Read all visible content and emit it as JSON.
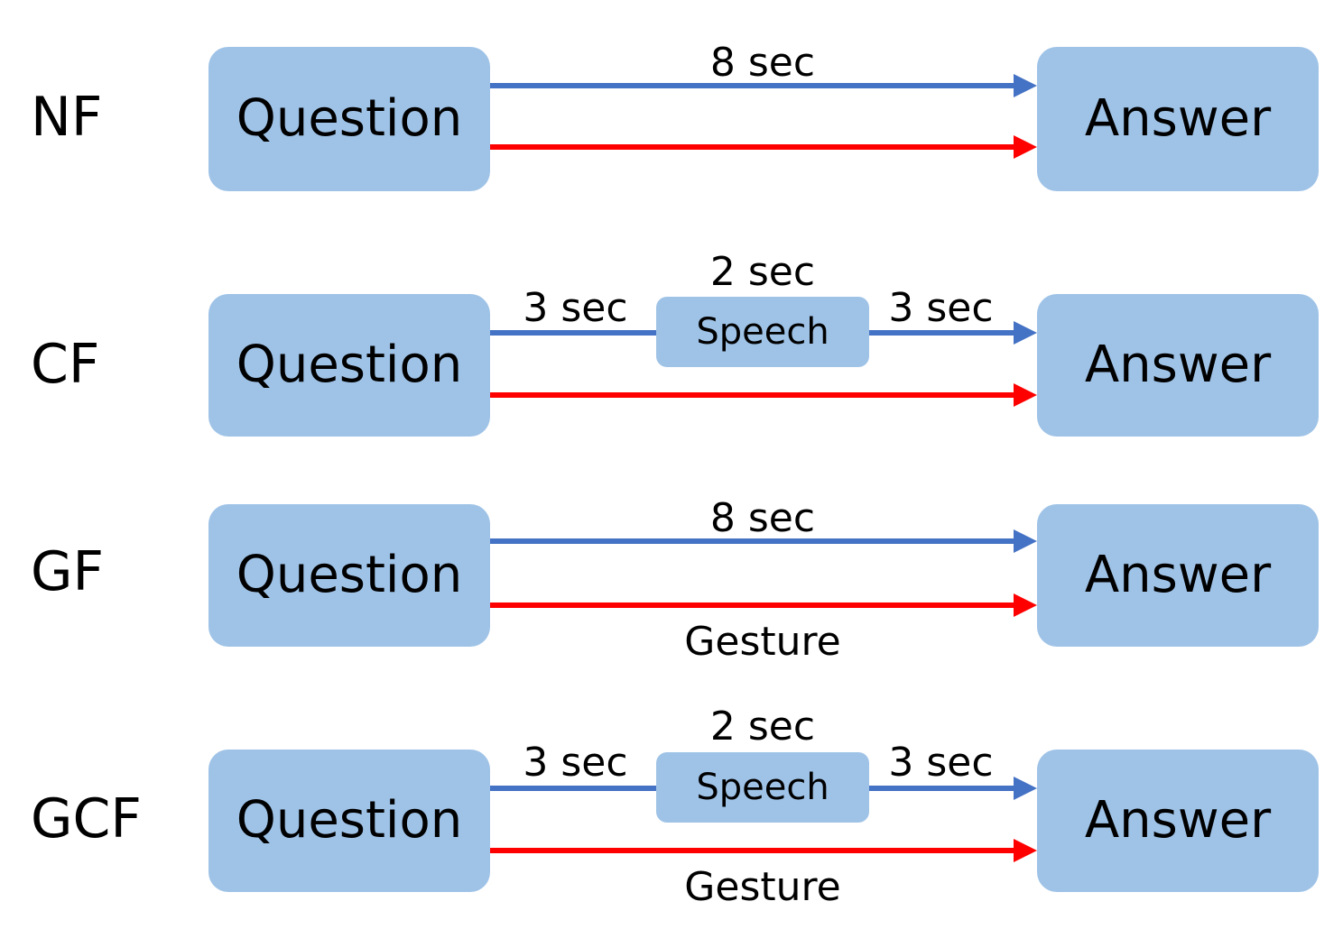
{
  "rows": [
    {
      "label": "NF",
      "question": "Question",
      "answer": "Answer",
      "blue_label": "8 sec",
      "red_label": ""
    },
    {
      "label": "CF",
      "question": "Question",
      "answer": "Answer",
      "left_label": "3 sec",
      "mid_label": "2 sec",
      "speech": "Speech",
      "right_label": "3 sec"
    },
    {
      "label": "GF",
      "question": "Question",
      "answer": "Answer",
      "blue_label": "8 sec",
      "red_label": "Gesture"
    },
    {
      "label": "GCF",
      "question": "Question",
      "answer": "Answer",
      "left_label": "3 sec",
      "mid_label": "2 sec",
      "speech": "Speech",
      "right_label": "3 sec",
      "red_label": "Gesture"
    }
  ],
  "colors": {
    "box": "#9fc3e7",
    "blue_arrow": "#4472c4",
    "red_arrow": "#ff0000"
  }
}
